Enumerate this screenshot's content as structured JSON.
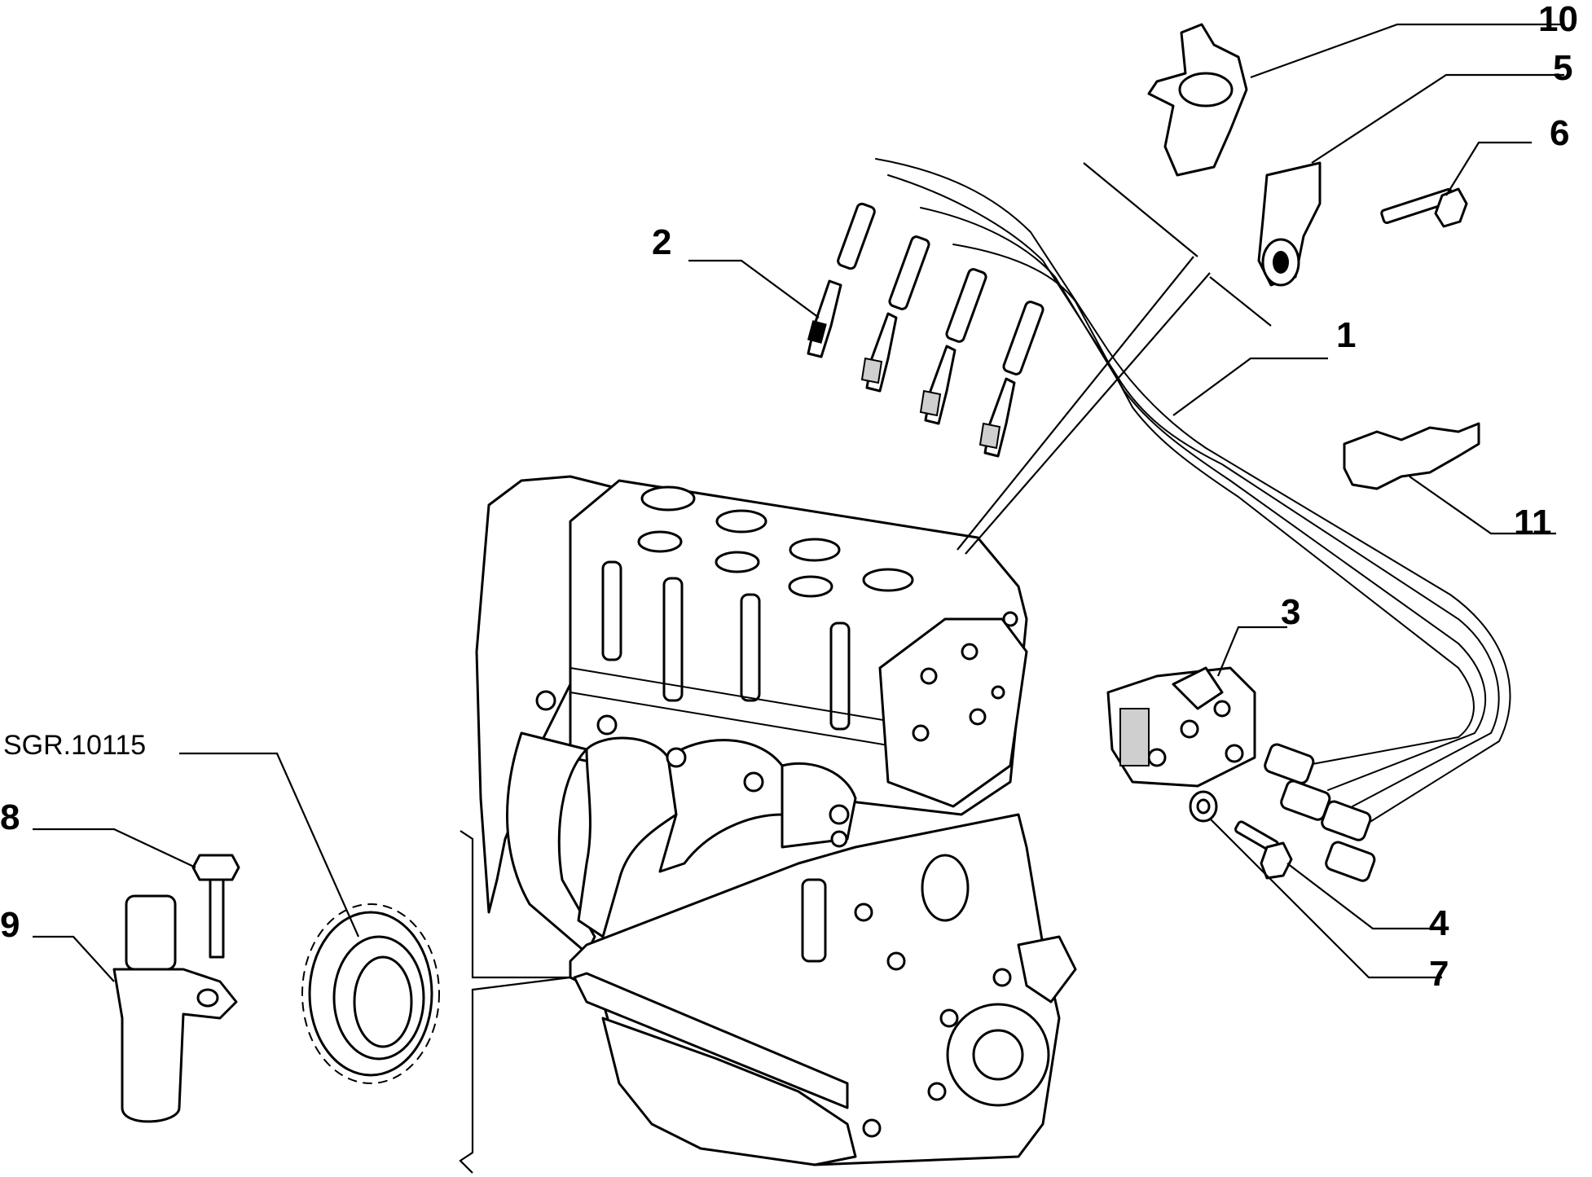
{
  "diagram": {
    "reference_code": "SGR.10115",
    "callouts": [
      {
        "id": "1",
        "text": "1"
      },
      {
        "id": "2",
        "text": "2"
      },
      {
        "id": "3",
        "text": "3"
      },
      {
        "id": "4",
        "text": "4"
      },
      {
        "id": "5",
        "text": "5"
      },
      {
        "id": "6",
        "text": "6"
      },
      {
        "id": "7",
        "text": "7"
      },
      {
        "id": "8",
        "text": "8"
      },
      {
        "id": "9",
        "text": "9"
      },
      {
        "id": "10",
        "text": "10"
      },
      {
        "id": "11",
        "text": "11"
      }
    ],
    "colors": {
      "line": "#000000",
      "background": "#ffffff",
      "shade": "#cfcfcf"
    }
  }
}
